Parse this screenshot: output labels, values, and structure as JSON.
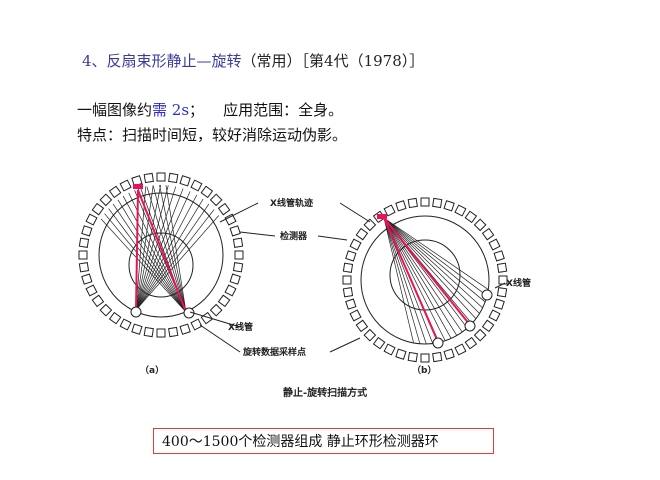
{
  "title": {
    "main": "4、反扇束形静止—旋转",
    "suffix": "（常用）［第4代（1978）］"
  },
  "line1": {
    "prefix": "一幅图像约",
    "highlight": "需 2s",
    "rest": "；    应用范围：全身。"
  },
  "line2": "特点：扫描时间短，较好消除运动伪影。",
  "figure": {
    "labels": {
      "xray_track": "X线管轨迹",
      "detector": "检测器",
      "xray_tube_a": "X线管",
      "sampling_point": "旋转数据采样点",
      "xray_tube_b": "X线管",
      "panel_a": "（a）",
      "panel_b": "（b）"
    },
    "caption": "静止-旋转扫描方式",
    "colors": {
      "beam": "#e8145a",
      "line": "#222222"
    }
  },
  "note": "400～1500个检测器组成   静止环形检测器环"
}
